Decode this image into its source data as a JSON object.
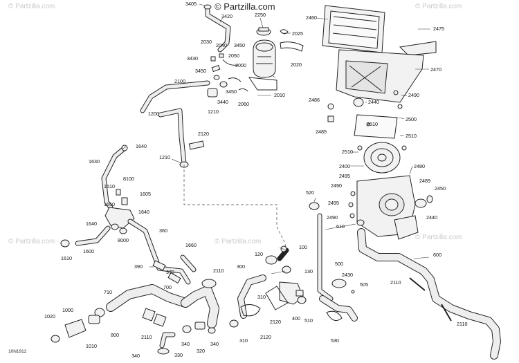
{
  "watermark": {
    "brand": "© Partzilla.com",
    "repeat": "© Partzilla.com"
  },
  "diagram_code": "10N1912",
  "callouts": {
    "c3405": "3405",
    "c3420": "3420",
    "c2250": "2250",
    "c2460": "2460",
    "c2025": "2025",
    "c2030": "2030",
    "c2040": "2040",
    "c3450a": "3450",
    "c3430": "3430",
    "c2050": "2050",
    "c2475": "2475",
    "c2020": "2020",
    "c3450b": "3450",
    "c2000": "2000",
    "c2470": "2470",
    "c2100": "2100",
    "c3450c": "3450",
    "c2010": "2010",
    "c3440": "3440",
    "c2060": "2060",
    "c2490a": "2490",
    "c1210a": "1210",
    "c2486": "2486",
    "c2440a": "2440",
    "c1200": "1200",
    "c2500": "2500",
    "c2510a": "2510",
    "c2485": "2485",
    "c2510b": "2510",
    "c2120a": "2120",
    "c1640a": "1640",
    "c2510c": "2510",
    "c1210b": "1210",
    "c1630": "1630",
    "c2400": "2400",
    "c2480": "2480",
    "c8100": "8100",
    "c2495a": "2495",
    "c2489": "2489",
    "c1610a": "1610",
    "c2490b": "2490",
    "c1605": "1605",
    "c520": "520",
    "c2450": "2450",
    "c2495b": "2495",
    "c1650": "1650",
    "c1640b": "1640",
    "c2490c": "2490",
    "c2440b": "2440",
    "c1640c": "1640",
    "c360": "360",
    "c610": "610",
    "c8000": "8000",
    "c1660": "1660",
    "c100": "100",
    "c1600": "1600",
    "c120": "120",
    "c600": "600",
    "c1610b": "1610",
    "c500": "500",
    "c390": "390",
    "c300": "300",
    "c130": "130",
    "c370": "370",
    "c2110a": "2110",
    "c2430": "2430",
    "c2110b": "2110",
    "c505": "505",
    "c700": "700",
    "c310": "310",
    "c710": "710",
    "c1000": "1000",
    "c1020": "1020",
    "c2120b": "2120",
    "c400": "400",
    "c510": "510",
    "c800": "800",
    "c2110c": "2110",
    "c2110d": "2110",
    "c340a": "340",
    "c340b": "340",
    "c320": "320",
    "c310b": "310",
    "c2120c": "2120",
    "c530": "530",
    "c1010": "1010",
    "c330": "330",
    "c340c": "340"
  },
  "colors": {
    "line": "#222222",
    "fill": "#f2f2f2",
    "watermark": "#c9c9c9"
  }
}
